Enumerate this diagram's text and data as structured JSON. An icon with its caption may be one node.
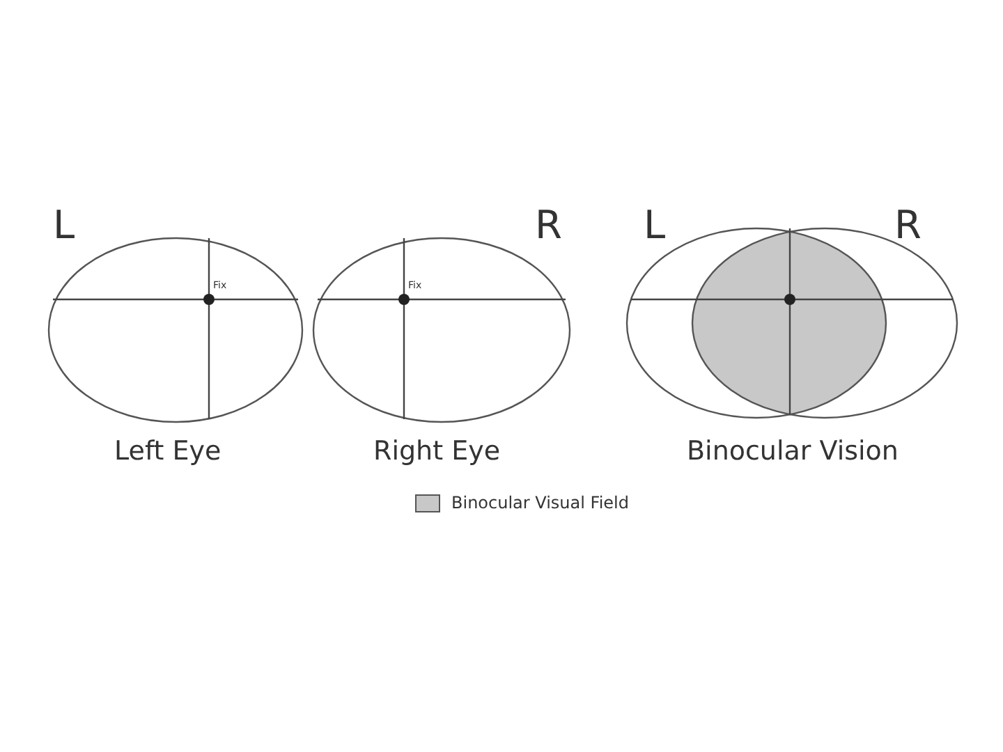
{
  "diagram": {
    "nodes": [
      {
        "text": [
          "Fix"
        ],
        "beside": [
          "L",
          "Left Eye"
        ]
      },
      {
        "text": [
          "Fix"
        ],
        "beside": [
          "R",
          "Right Eye"
        ]
      },
      {
        "text": [],
        "shape": "ellipse",
        "beside": [
          "L",
          "R",
          "Binocular Vision"
        ]
      }
    ],
    "legend": [
      {
        "text": "Binocular Visual Field",
        "color": "#c8c8c8"
      }
    ]
  }
}
